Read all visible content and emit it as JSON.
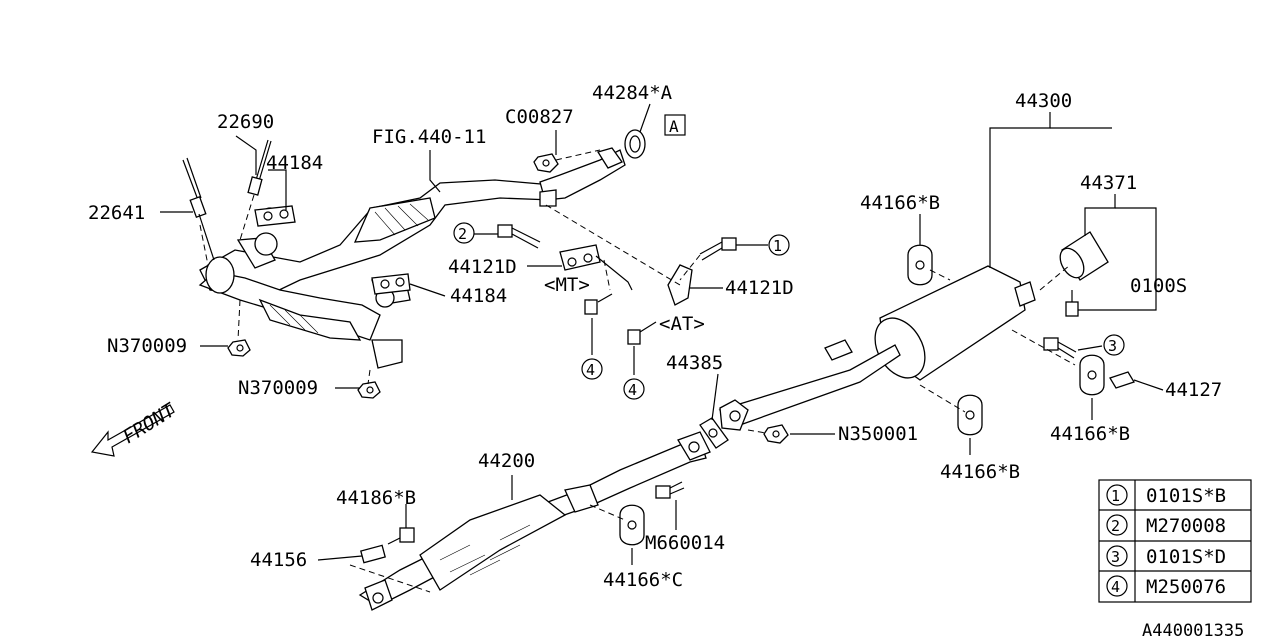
{
  "labels": {
    "p22690": "22690",
    "p44184_top": "44184",
    "p22641": "22641",
    "fig": "FIG.440-11",
    "c00827": "C00827",
    "p44284a": "44284*A",
    "ref_a": "A",
    "p44300": "44300",
    "p44371": "44371",
    "p44166b_top": "44166*B",
    "p44121d_mt": "44121D",
    "mt": "<MT>",
    "p44121d_at": "44121D",
    "at": "<AT>",
    "p0100s": "0100S",
    "p44184_mid": "44184",
    "n370009_a": "N370009",
    "n370009_b": "N370009",
    "p44385": "44385",
    "p44127": "44127",
    "p44166b_right": "44166*B",
    "n350001": "N350001",
    "p44166b_bottom": "44166*B",
    "front": "FRONT",
    "p44200": "44200",
    "p44186b": "44186*B",
    "p44156": "44156",
    "m660014": "M660014",
    "p44166c": "44166*C",
    "diagram_code": "A440001335"
  },
  "callouts": {
    "c1": "1",
    "c2": "2",
    "c3": "3",
    "c4a": "4",
    "c4b": "4"
  },
  "legend": [
    {
      "num": "1",
      "code": "0101S*B"
    },
    {
      "num": "2",
      "code": "M270008"
    },
    {
      "num": "3",
      "code": "0101S*D"
    },
    {
      "num": "4",
      "code": "M250076"
    }
  ]
}
